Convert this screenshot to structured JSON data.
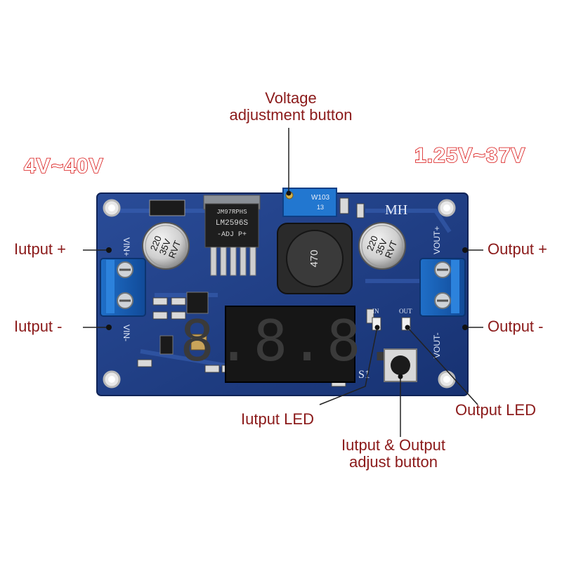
{
  "ranges": {
    "input": "4V~40V",
    "output": "1.25V~37V"
  },
  "callouts": {
    "voltage_adjust": [
      "Voltage",
      "adjustment button"
    ],
    "input_plus": "Iutput +",
    "input_minus": "Iutput -",
    "output_plus": "Output +",
    "output_minus": "Output -",
    "input_led": "Iutput LED",
    "output_led": "Output LED",
    "io_adjust": [
      "Iutput & Output",
      "adjust button"
    ]
  },
  "board": {
    "brand": "MH",
    "pot_code": "W103",
    "pot_sub": "13",
    "chip_lines": [
      "JM97RPHS",
      "LM2596S",
      "-ADJ P+"
    ],
    "inductor_code": "470",
    "cap_left": [
      "220",
      "35V",
      "RVT"
    ],
    "cap_right": [
      "220",
      "35V",
      "RVT"
    ],
    "display_digits": "8.8.8.",
    "silk_vin_plus": "VIN+",
    "silk_vin_minus": "VIN-",
    "silk_vout_plus": "VOUT+",
    "silk_vout_minus": "VOUT-",
    "silk_in": "IN",
    "silk_out": "OUT",
    "silk_s1": "S1"
  },
  "colors": {
    "label": "#8b1a1a",
    "range_outline": "#d81010",
    "pcb": "#1f3f86"
  }
}
